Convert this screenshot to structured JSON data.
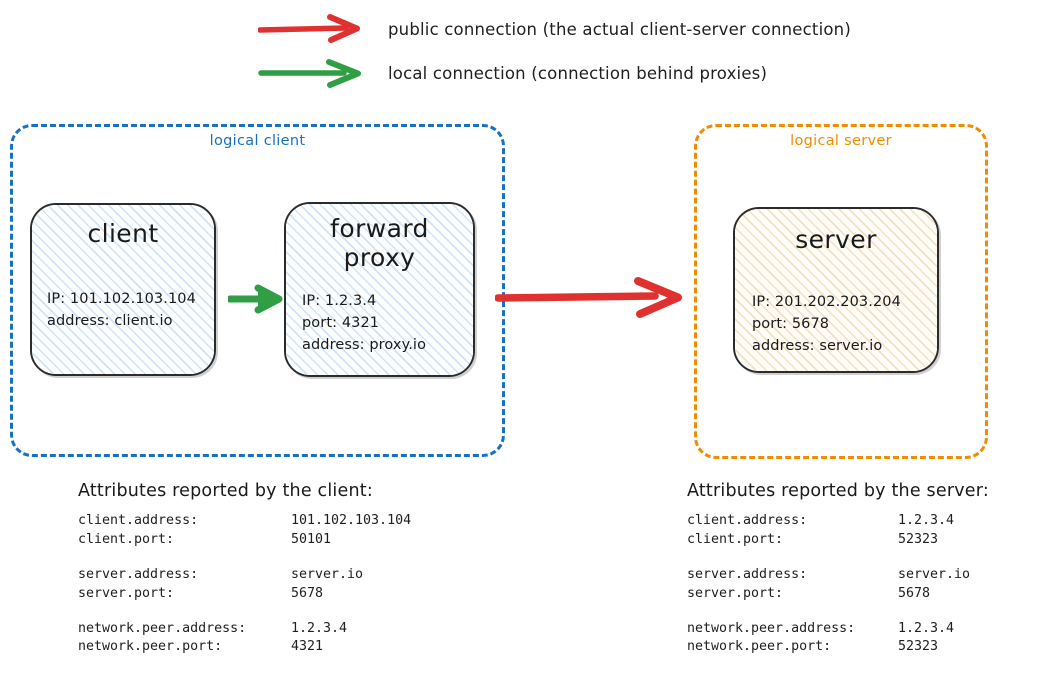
{
  "legend": {
    "items": [
      {
        "id": "public-connection",
        "icon": "red-arrow-icon",
        "color": "#e03131",
        "label": "public connection (the actual client-server connection)"
      },
      {
        "id": "local-connection",
        "icon": "green-arrow-icon",
        "color": "#2f9e44",
        "label": "local connection (connection behind proxies)"
      }
    ]
  },
  "diagram": {
    "logical_client": {
      "title": "logical client",
      "border_color": "#1971c2",
      "nodes": {
        "client": {
          "title": "client",
          "props": [
            "IP: 101.102.103.104",
            "address: client.io"
          ],
          "fill": "#cfe4f7"
        },
        "forward_proxy": {
          "title": "forward\nproxy",
          "props": [
            "IP: 1.2.3.4",
            "port: 4321",
            "address: proxy.io"
          ],
          "fill": "#cfe4f7"
        }
      }
    },
    "logical_server": {
      "title": "logical server",
      "border_color": "#f08c00",
      "nodes": {
        "server": {
          "title": "server",
          "props": [
            "IP: 201.202.203.204",
            "port: 5678",
            "address: server.io"
          ],
          "fill": "#f6e0c2"
        }
      }
    },
    "connectors": {
      "client_to_proxy": {
        "type": "local",
        "color": "#2f9e44"
      },
      "proxy_to_server": {
        "type": "public",
        "color": "#e03131"
      }
    }
  },
  "attributes": {
    "client": {
      "heading": "Attributes reported by the client:",
      "groups": [
        [
          {
            "key": "client.address:",
            "value": "101.102.103.104"
          },
          {
            "key": "client.port:",
            "value": "50101"
          }
        ],
        [
          {
            "key": "server.address:",
            "value": "server.io"
          },
          {
            "key": "server.port:",
            "value": "5678"
          }
        ],
        [
          {
            "key": "network.peer.address:",
            "value": "1.2.3.4"
          },
          {
            "key": "network.peer.port:",
            "value": "4321"
          }
        ]
      ]
    },
    "server": {
      "heading": "Attributes reported by the server:",
      "groups": [
        [
          {
            "key": "client.address:",
            "value": "1.2.3.4"
          },
          {
            "key": "client.port:",
            "value": "52323"
          }
        ],
        [
          {
            "key": "server.address:",
            "value": "server.io"
          },
          {
            "key": "server.port:",
            "value": "5678"
          }
        ],
        [
          {
            "key": "network.peer.address:",
            "value": "1.2.3.4"
          },
          {
            "key": "network.peer.port:",
            "value": "52323"
          }
        ]
      ]
    }
  }
}
